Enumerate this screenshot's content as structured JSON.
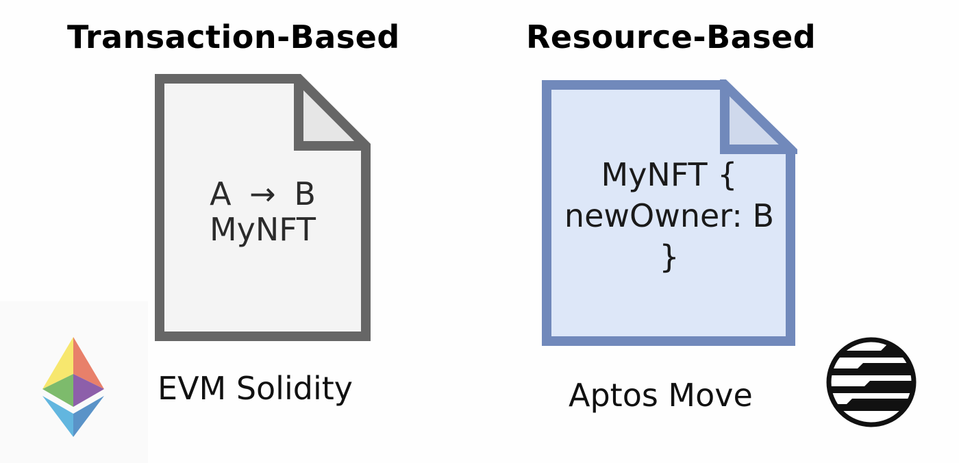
{
  "left": {
    "title": "Transaction-Based",
    "document_lines": [
      "A → B",
      "MyNFT"
    ],
    "caption": "EVM Solidity",
    "logo_icon": "ethereum-logo-icon",
    "colors": {
      "border": "#666666",
      "fill": "#f4f4f4",
      "fold": "#e6e6e6"
    }
  },
  "right": {
    "title": "Resource-Based",
    "document_lines": [
      "MyNFT {",
      "newOwner: B",
      "}"
    ],
    "caption": "Aptos Move",
    "logo_icon": "aptos-logo-icon",
    "colors": {
      "border": "#7189bb",
      "fill": "#dde7f8",
      "fold": "#cfd9ec"
    }
  }
}
